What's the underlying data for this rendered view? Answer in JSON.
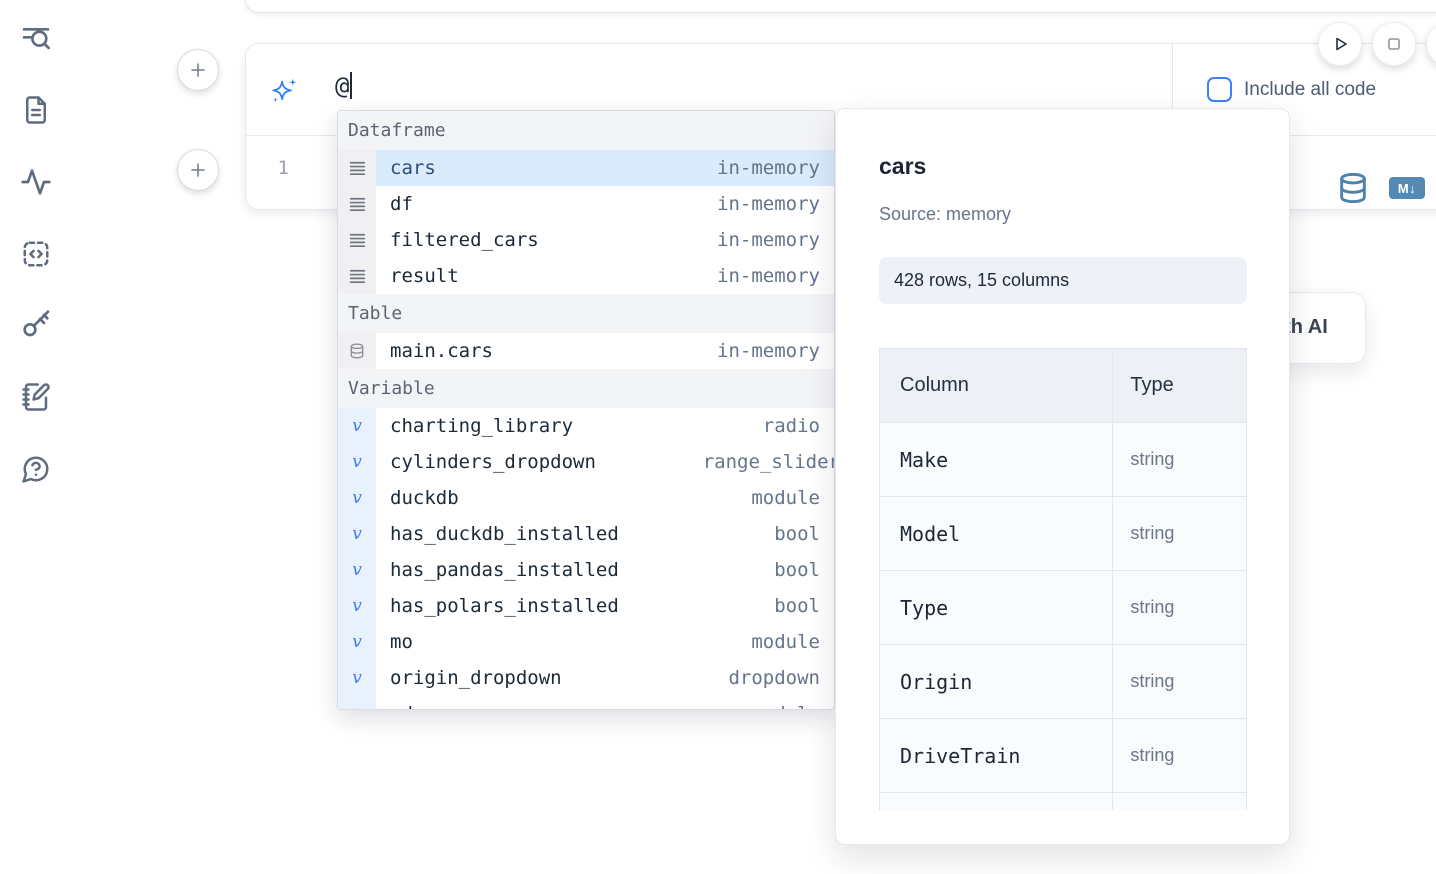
{
  "colors": {
    "accent_blue": "#3b82f6",
    "selection_blue": "#d9ebfc",
    "icon_steel_blue": "#4f86b0",
    "sidebar_icon_gray": "#5f6b7f"
  },
  "sidebar": {
    "items": [
      {
        "icon": "toc-search-icon"
      },
      {
        "icon": "file-icon"
      },
      {
        "icon": "activity-icon"
      },
      {
        "icon": "snippets-icon"
      },
      {
        "icon": "key-icon"
      },
      {
        "icon": "scratchpad-icon"
      },
      {
        "icon": "help-icon"
      }
    ]
  },
  "editor_cell": {
    "prompt_value": "@",
    "include_all_code_label": "Include all code",
    "line_number": "1",
    "markdown_badge": "M↓"
  },
  "run_controls": {
    "play_icon": "play-icon",
    "stop_icon": "stop-icon"
  },
  "ai_button": {
    "label": "with AI"
  },
  "autocomplete": {
    "sections": [
      {
        "label": "Dataframe",
        "kind": "dataframe",
        "items": [
          {
            "name": "cars",
            "type": "in-memory",
            "selected": true
          },
          {
            "name": "df",
            "type": "in-memory"
          },
          {
            "name": "filtered_cars",
            "type": "in-memory"
          },
          {
            "name": "result",
            "type": "in-memory"
          }
        ]
      },
      {
        "label": "Table",
        "kind": "table",
        "items": [
          {
            "name": "main.cars",
            "type": "in-memory"
          }
        ]
      },
      {
        "label": "Variable",
        "kind": "variable",
        "items": [
          {
            "name": "charting_library",
            "type": "radio"
          },
          {
            "name": "cylinders_dropdown",
            "type": "range_slider",
            "overflow": true
          },
          {
            "name": "duckdb",
            "type": "module"
          },
          {
            "name": "has_duckdb_installed",
            "type": "bool"
          },
          {
            "name": "has_pandas_installed",
            "type": "bool"
          },
          {
            "name": "has_polars_installed",
            "type": "bool"
          },
          {
            "name": "mo",
            "type": "module"
          },
          {
            "name": "origin_dropdown",
            "type": "dropdown"
          },
          {
            "name": "pd",
            "type": "module"
          }
        ]
      }
    ]
  },
  "preview_panel": {
    "title": "cars",
    "source": "Source: memory",
    "shape_badge": "428 rows, 15 columns",
    "table": {
      "headers": [
        "Column",
        "Type"
      ],
      "rows": [
        [
          "Make",
          "string"
        ],
        [
          "Model",
          "string"
        ],
        [
          "Type",
          "string"
        ],
        [
          "Origin",
          "string"
        ],
        [
          "DriveTrain",
          "string"
        ]
      ]
    }
  }
}
